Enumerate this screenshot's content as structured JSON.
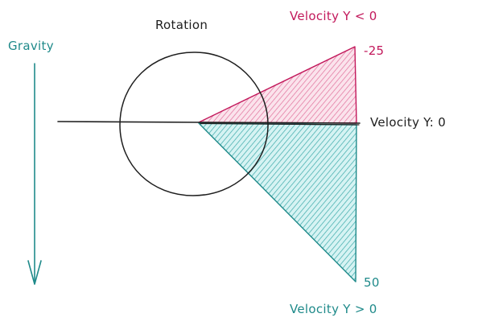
{
  "labels": {
    "gravity": "Gravity",
    "rotation": "Rotation",
    "velocity_negative": "Velocity Y < 0",
    "velocity_zero": "Velocity Y: 0",
    "velocity_positive": "Velocity Y > 0",
    "value_top": "-25",
    "value_bottom": "50"
  },
  "colors": {
    "stroke": "#1e1e1e",
    "pink": "#c2185b",
    "pink_hatch": "#e0709b",
    "pink_fill": "#f7c9d9",
    "teal": "#1f8a8a",
    "teal_hatch": "#3aa9a9",
    "teal_fill": "#c7eeee"
  }
}
